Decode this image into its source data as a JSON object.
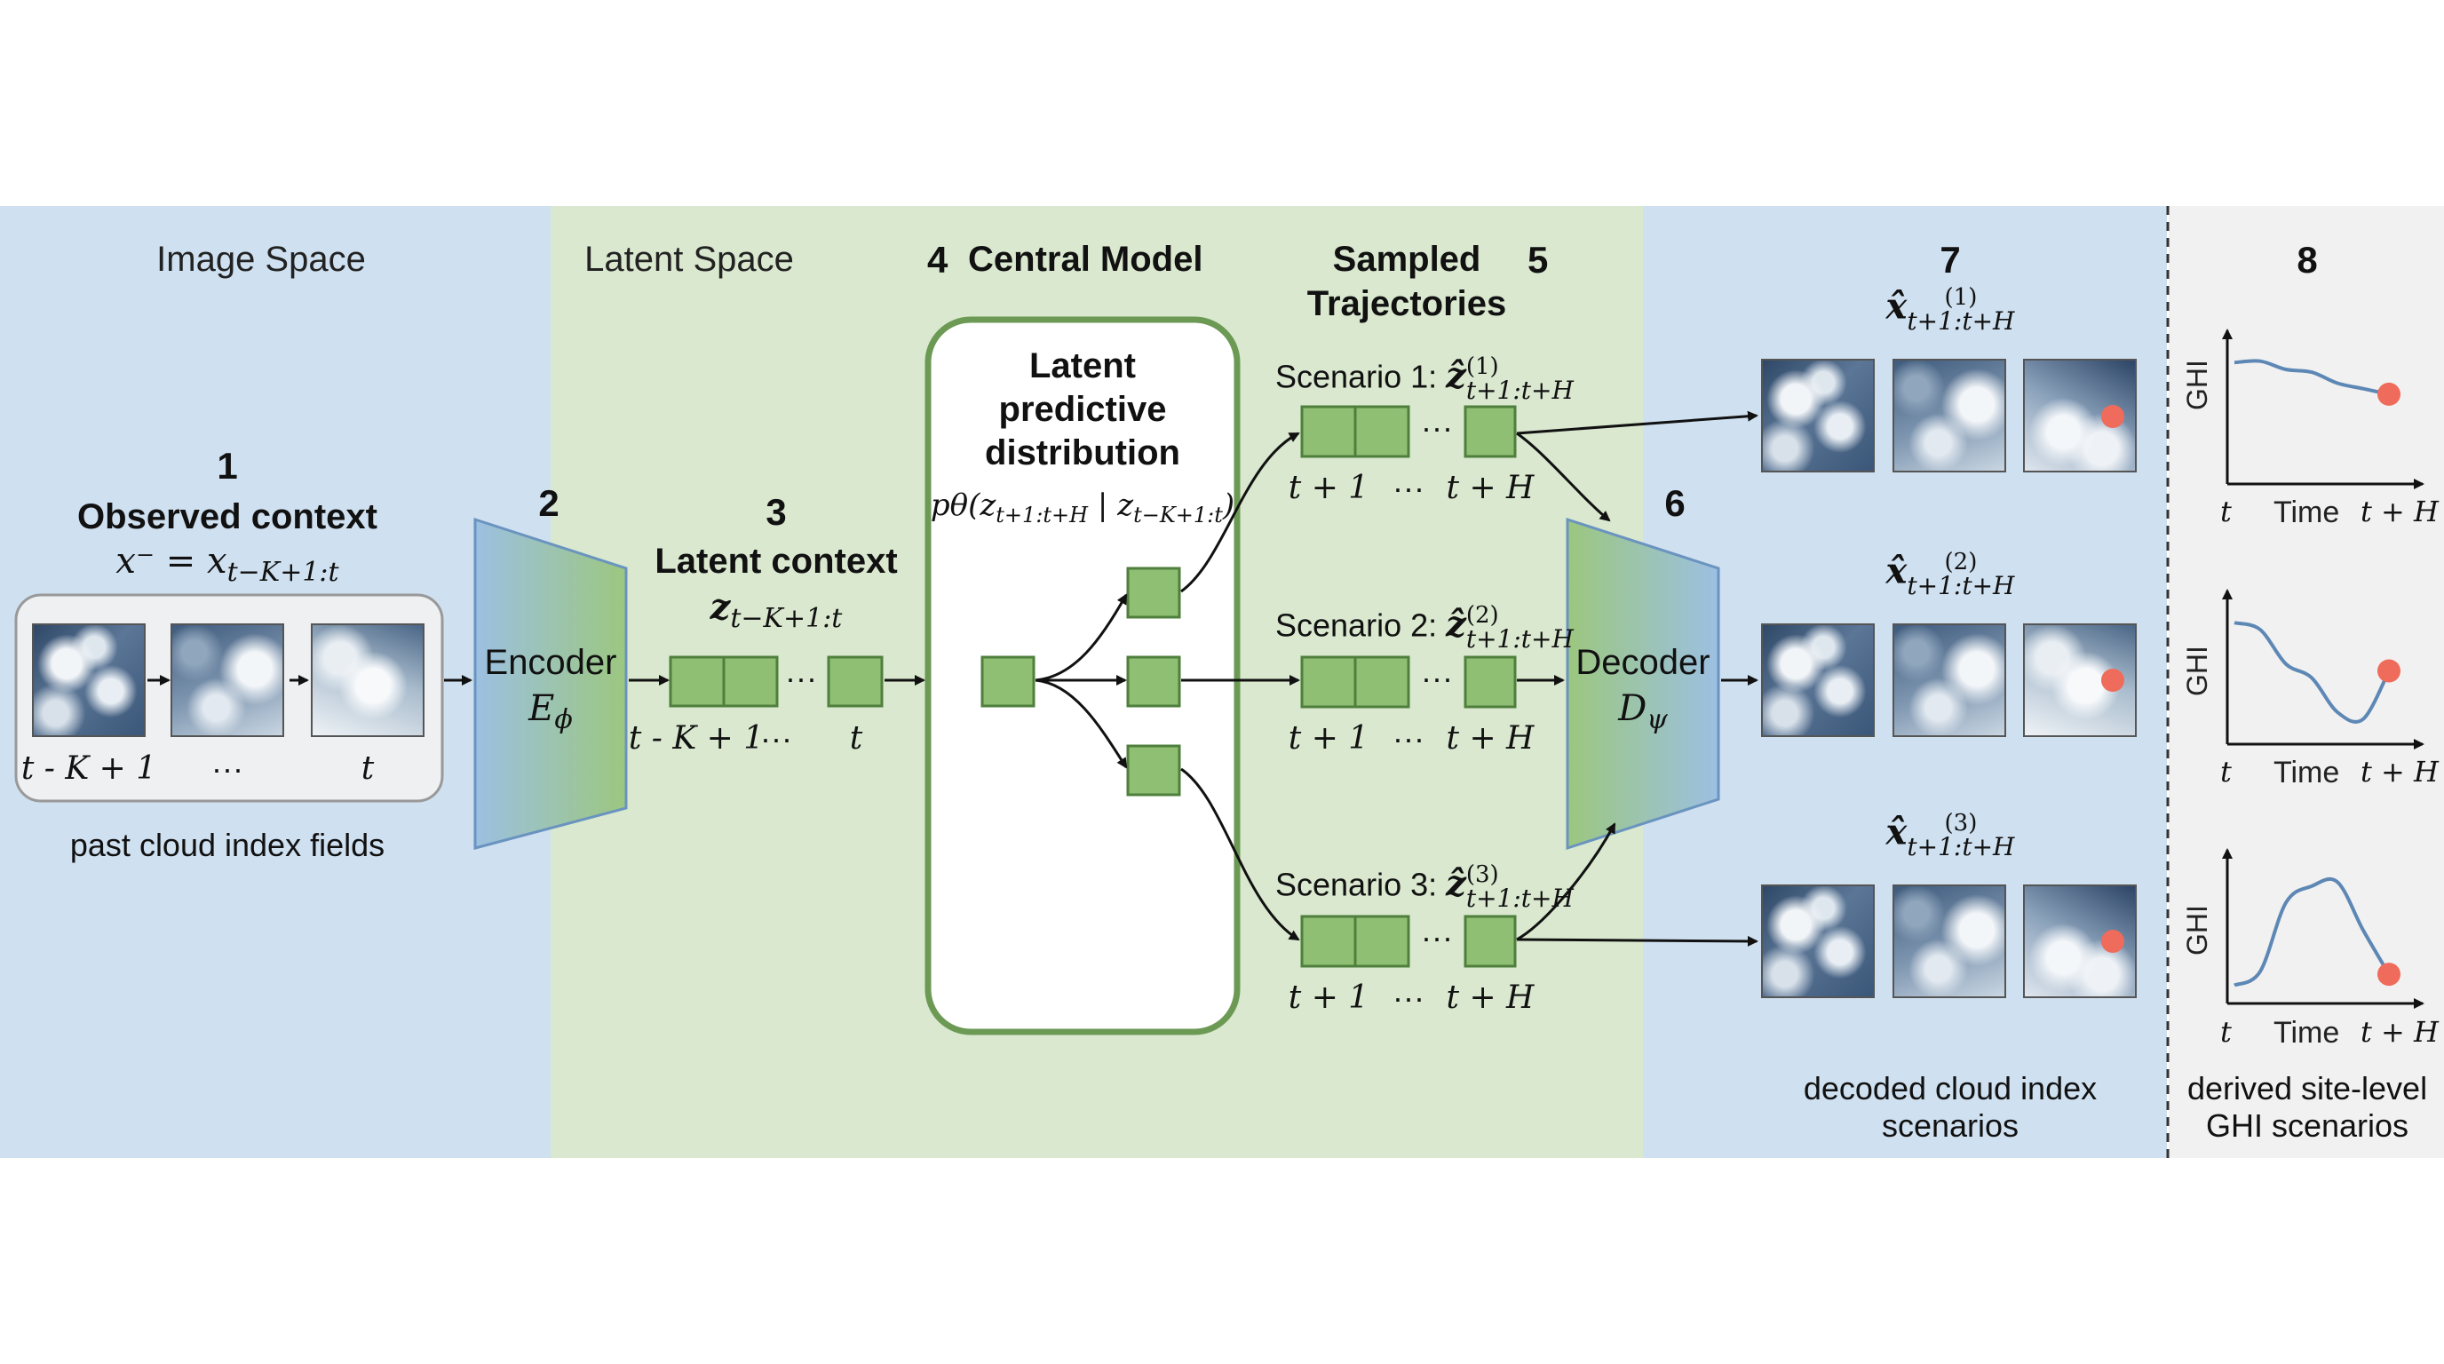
{
  "sections": {
    "image_space": "Image Space",
    "latent_space": "Latent Space"
  },
  "colors": {
    "image_space_bg": "#cfe0f0",
    "latent_space_bg": "#d9e8cf",
    "block_green": "#8fbf73",
    "block_border": "#4f7f3c",
    "target_dot": "#ef6b5b",
    "curve": "#5d87b5"
  },
  "step1": {
    "number": "1",
    "title": "Observed context",
    "formula": "x⁻ = x",
    "formula_sub": "t−K+1:t",
    "caption": "past cloud index fields",
    "frame_labels": [
      "t - K + 1",
      "···",
      "t"
    ]
  },
  "step2": {
    "number": "2",
    "label": "Encoder",
    "symbol": "E",
    "symbol_sub": "ϕ"
  },
  "step3": {
    "number": "3",
    "title": "Latent context",
    "symbol": "z",
    "symbol_sub": "t−K+1:t",
    "tick_labels": [
      "t - K + 1",
      "···",
      "t"
    ],
    "ellipsis": "···"
  },
  "step4": {
    "number": "4",
    "title": "Central Model",
    "box_title_lines": [
      "Latent",
      "predictive",
      "distribution"
    ],
    "formula": "pθ(z",
    "formula_sub1": "t+1:t+H",
    "formula_mid": " | z",
    "formula_sub2": "t−K+1:t",
    "formula_end": ")"
  },
  "step5": {
    "number": "5",
    "title_lines": [
      "Sampled",
      "Trajectories"
    ],
    "scenarios": [
      {
        "label": "Scenario 1:",
        "sup": "(1)",
        "symbol": "ẑ",
        "sub": "t+1:t+H"
      },
      {
        "label": "Scenario 2:",
        "sup": "(2)",
        "symbol": "ẑ",
        "sub": "t+1:t+H"
      },
      {
        "label": "Scenario 3:",
        "sup": "(3)",
        "symbol": "ẑ",
        "sub": "t+1:t+H"
      }
    ],
    "tick_labels": [
      "t + 1",
      "···",
      "t + H"
    ],
    "ellipsis": "···"
  },
  "step6": {
    "number": "6",
    "label": "Decoder",
    "symbol": "D",
    "symbol_sub": "ψ"
  },
  "step7": {
    "number": "7",
    "outputs": [
      {
        "symbol": "x̂",
        "sup": "(1)",
        "sub": "t+1:t+H"
      },
      {
        "symbol": "x̂",
        "sup": "(2)",
        "sub": "t+1:t+H"
      },
      {
        "symbol": "x̂",
        "sup": "(3)",
        "sub": "t+1:t+H"
      }
    ],
    "caption_lines": [
      "decoded cloud index",
      "scenarios"
    ]
  },
  "step8": {
    "number": "8",
    "y_label": "GHI",
    "x_tick_start": "t",
    "x_label": "Time",
    "x_tick_end": "t + H",
    "caption_lines": [
      "derived site-level",
      "GHI scenarios"
    ]
  },
  "chart_data": [
    {
      "type": "line",
      "ylabel": "GHI",
      "xlabel": "Time",
      "categories": [
        "t",
        "t + H"
      ],
      "series": [
        {
          "values": [
            0.85,
            0.86,
            0.8,
            0.78,
            0.7,
            0.66,
            0.62
          ]
        }
      ]
    },
    {
      "type": "line",
      "ylabel": "GHI",
      "xlabel": "Time",
      "categories": [
        "t",
        "t + H"
      ],
      "series": [
        {
          "values": [
            0.85,
            0.8,
            0.55,
            0.45,
            0.2,
            0.15,
            0.5
          ]
        }
      ]
    },
    {
      "type": "line",
      "ylabel": "GHI",
      "xlabel": "Time",
      "categories": [
        "t",
        "t + H"
      ],
      "series": [
        {
          "values": [
            0.1,
            0.2,
            0.7,
            0.82,
            0.85,
            0.5,
            0.18
          ]
        }
      ]
    }
  ]
}
